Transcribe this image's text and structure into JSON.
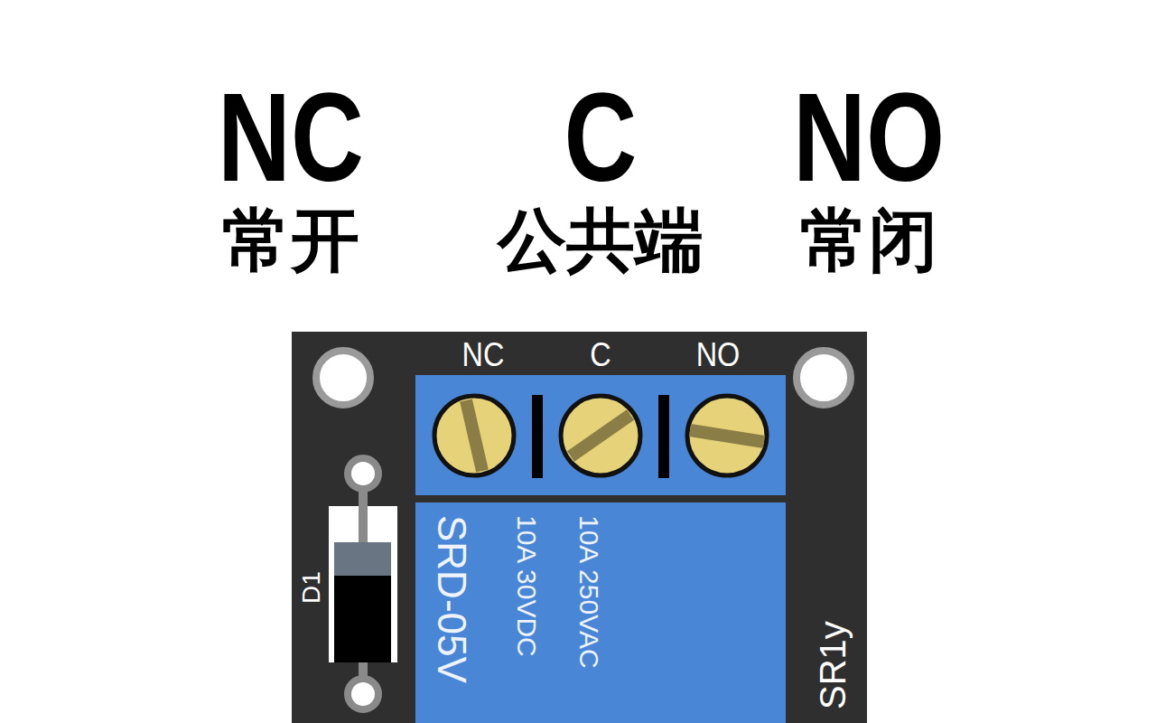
{
  "diagram": {
    "labels": [
      "NC",
      "常开",
      "C",
      "公共端",
      "NO",
      "常闭",
      "NC",
      "C",
      "NO",
      "D1",
      "SRD-05V",
      "10A 30VDC",
      "10A 250VAC",
      "SR1y"
    ]
  }
}
